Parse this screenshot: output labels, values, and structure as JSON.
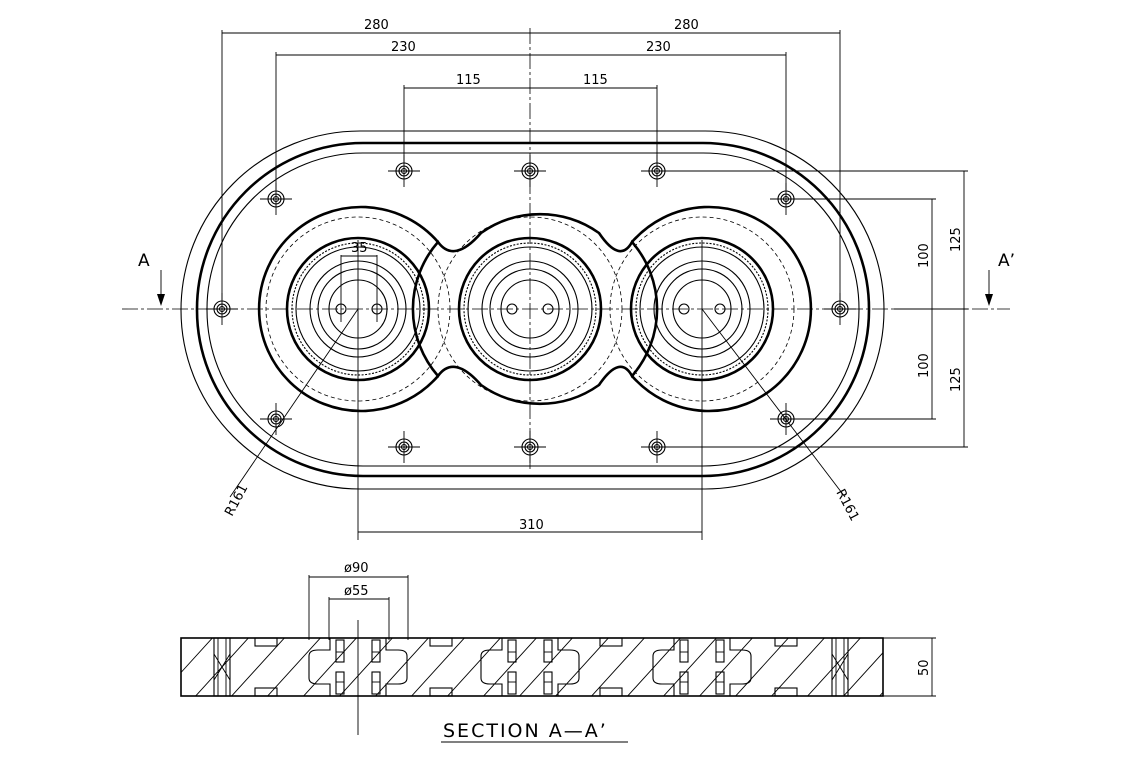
{
  "dimensions": {
    "overall_left": "280",
    "overall_right": "280",
    "outer_bolt_left": "230",
    "outer_bolt_right": "230",
    "inner_bolt_left": "115",
    "inner_bolt_right": "115",
    "hole_spacing": "35",
    "vert_upper_inner": "100",
    "vert_upper_outer": "125",
    "vert_lower_inner": "100",
    "vert_lower_outer": "125",
    "radius_left": "R161",
    "radius_right": "R161",
    "center_spacing": "310",
    "section_dia_outer": "ø90",
    "section_dia_inner": "ø55",
    "section_thickness": "50"
  },
  "section_labels": {
    "left": "A",
    "right": "A’"
  },
  "section_title": "SECTION A—A’"
}
